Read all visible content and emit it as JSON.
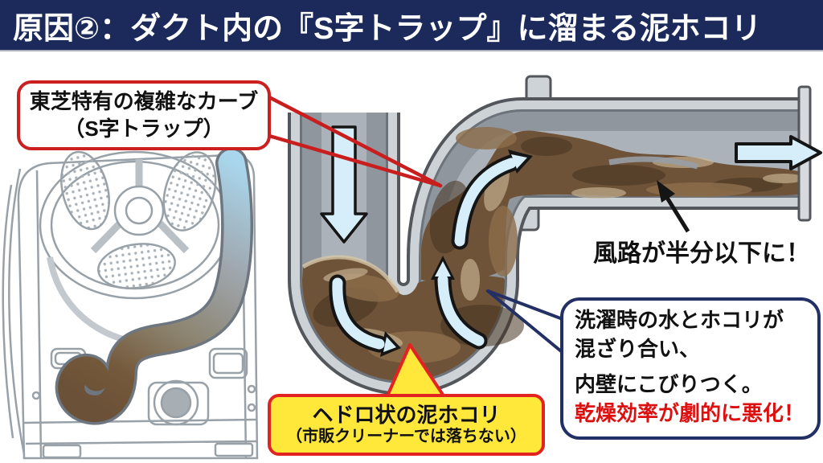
{
  "title_bar": {
    "text": "原因②：ダクト内の『S字トラップ』に溜まる泥ホコリ",
    "bg_color": "#1b2a5a",
    "text_color": "#ffffff"
  },
  "callouts": {
    "toshiba_curve": {
      "line1": "東芝特有の複雑なカーブ",
      "line2": "（S字トラップ）",
      "border_color": "#cc1f1f"
    },
    "airflow_half": {
      "text": "風路が半分以下に！"
    },
    "sludge": {
      "line1": "ヘドロ状の泥ホコリ",
      "line2": "（市販クリーナーでは落ちない）",
      "bg_color": "#ffe83a",
      "border_color": "#e32222"
    },
    "mixing": {
      "line1": "洗濯時の水とホコリが",
      "line2": "混ざり合い、",
      "line3": "内壁にこびりつく。",
      "line4": "乾燥効率が劇的に悪化！",
      "border_color": "#223066",
      "highlight_color": "#dd0f0f"
    }
  },
  "diagram": {
    "pipe_wall_color": "#cdd2d6",
    "pipe_interior_color": "#8f969e",
    "sludge_color": "#6f5339",
    "airflow_arrow_color": "#d6edfa",
    "machine_line_color": "#99a1a8",
    "duct_blue_color": "#a9d6ec"
  }
}
